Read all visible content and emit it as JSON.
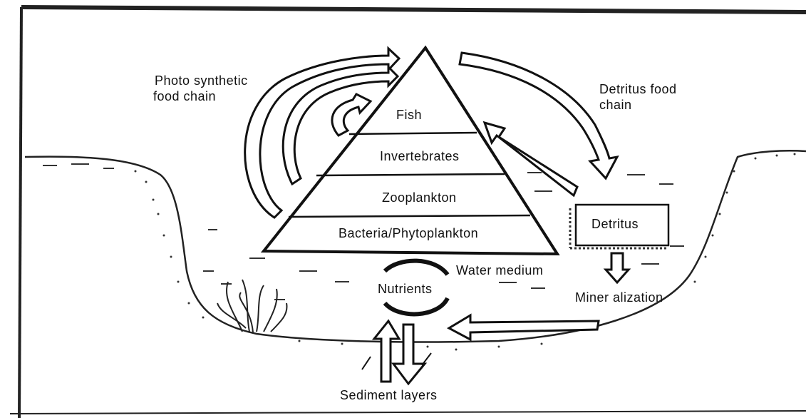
{
  "labels": {
    "photosynthetic_line1": "Photo synthetic",
    "photosynthetic_line2": "food chain",
    "detritus_chain_line1": "Detritus food",
    "detritus_chain_line2": "chain",
    "fish": "Fish",
    "invertebrates": "Invertebrates",
    "zooplankton": "Zooplankton",
    "bacteria_phytoplankton": "Bacteria/Phytoplankton",
    "detritus_box": "Detritus",
    "water_medium": "Water medium",
    "nutrients": "Nutrients",
    "mineralization": "Miner alization",
    "sediment_layers": "Sediment layers"
  }
}
